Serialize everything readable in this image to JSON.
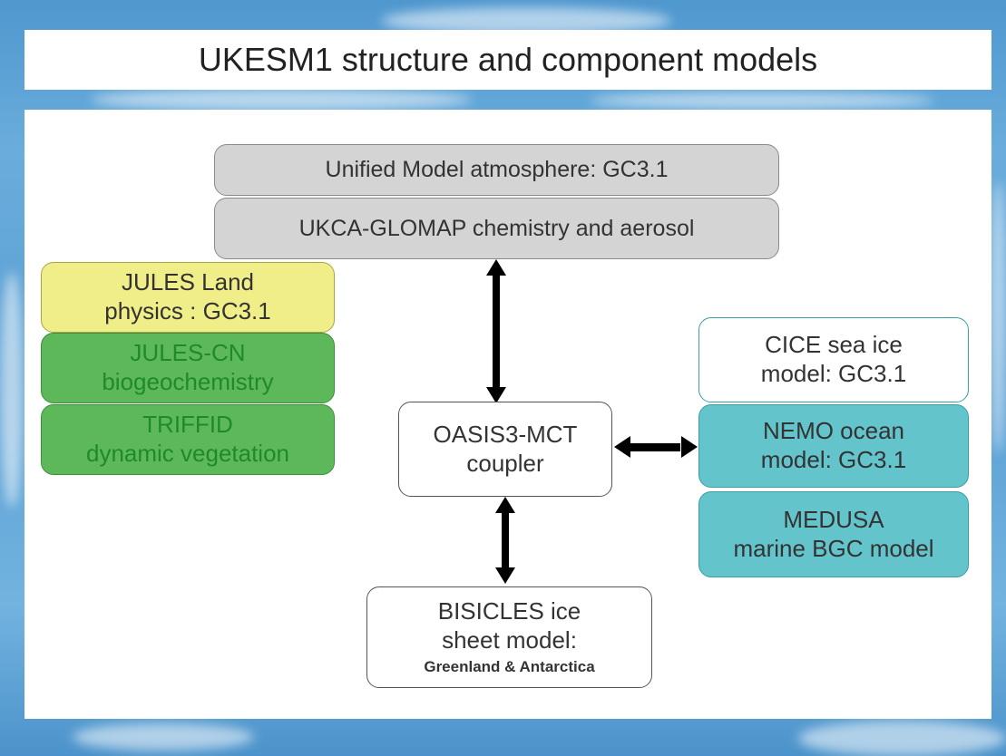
{
  "title": "UKESM1 structure and component models",
  "boxes": {
    "um_atmosphere": "Unified Model atmosphere: GC3.1",
    "ukca": "UKCA-GLOMAP chemistry and aerosol",
    "jules_land": [
      "JULES Land",
      "physics : GC3.1"
    ],
    "jules_cn": [
      "JULES-CN",
      "biogeochemistry"
    ],
    "triffid": [
      "TRIFFID",
      "dynamic vegetation"
    ],
    "oasis": [
      "OASIS3-MCT",
      "coupler"
    ],
    "cice": [
      "CICE sea ice",
      "model: GC3.1"
    ],
    "nemo": [
      "NEMO ocean",
      "model: GC3.1"
    ],
    "medusa": [
      "MEDUSA",
      "marine BGC model"
    ],
    "bisicles": [
      "BISICLES ice",
      "sheet model:",
      "Greenland & Antarctica"
    ]
  },
  "colors": {
    "grey_fill": "#d4d4d4",
    "yellow_fill": "#f0ee88",
    "green_fill": "#5db85a",
    "green_text": "#1e8b26",
    "teal_fill": "#64c4cb",
    "arrow": "#000000"
  }
}
